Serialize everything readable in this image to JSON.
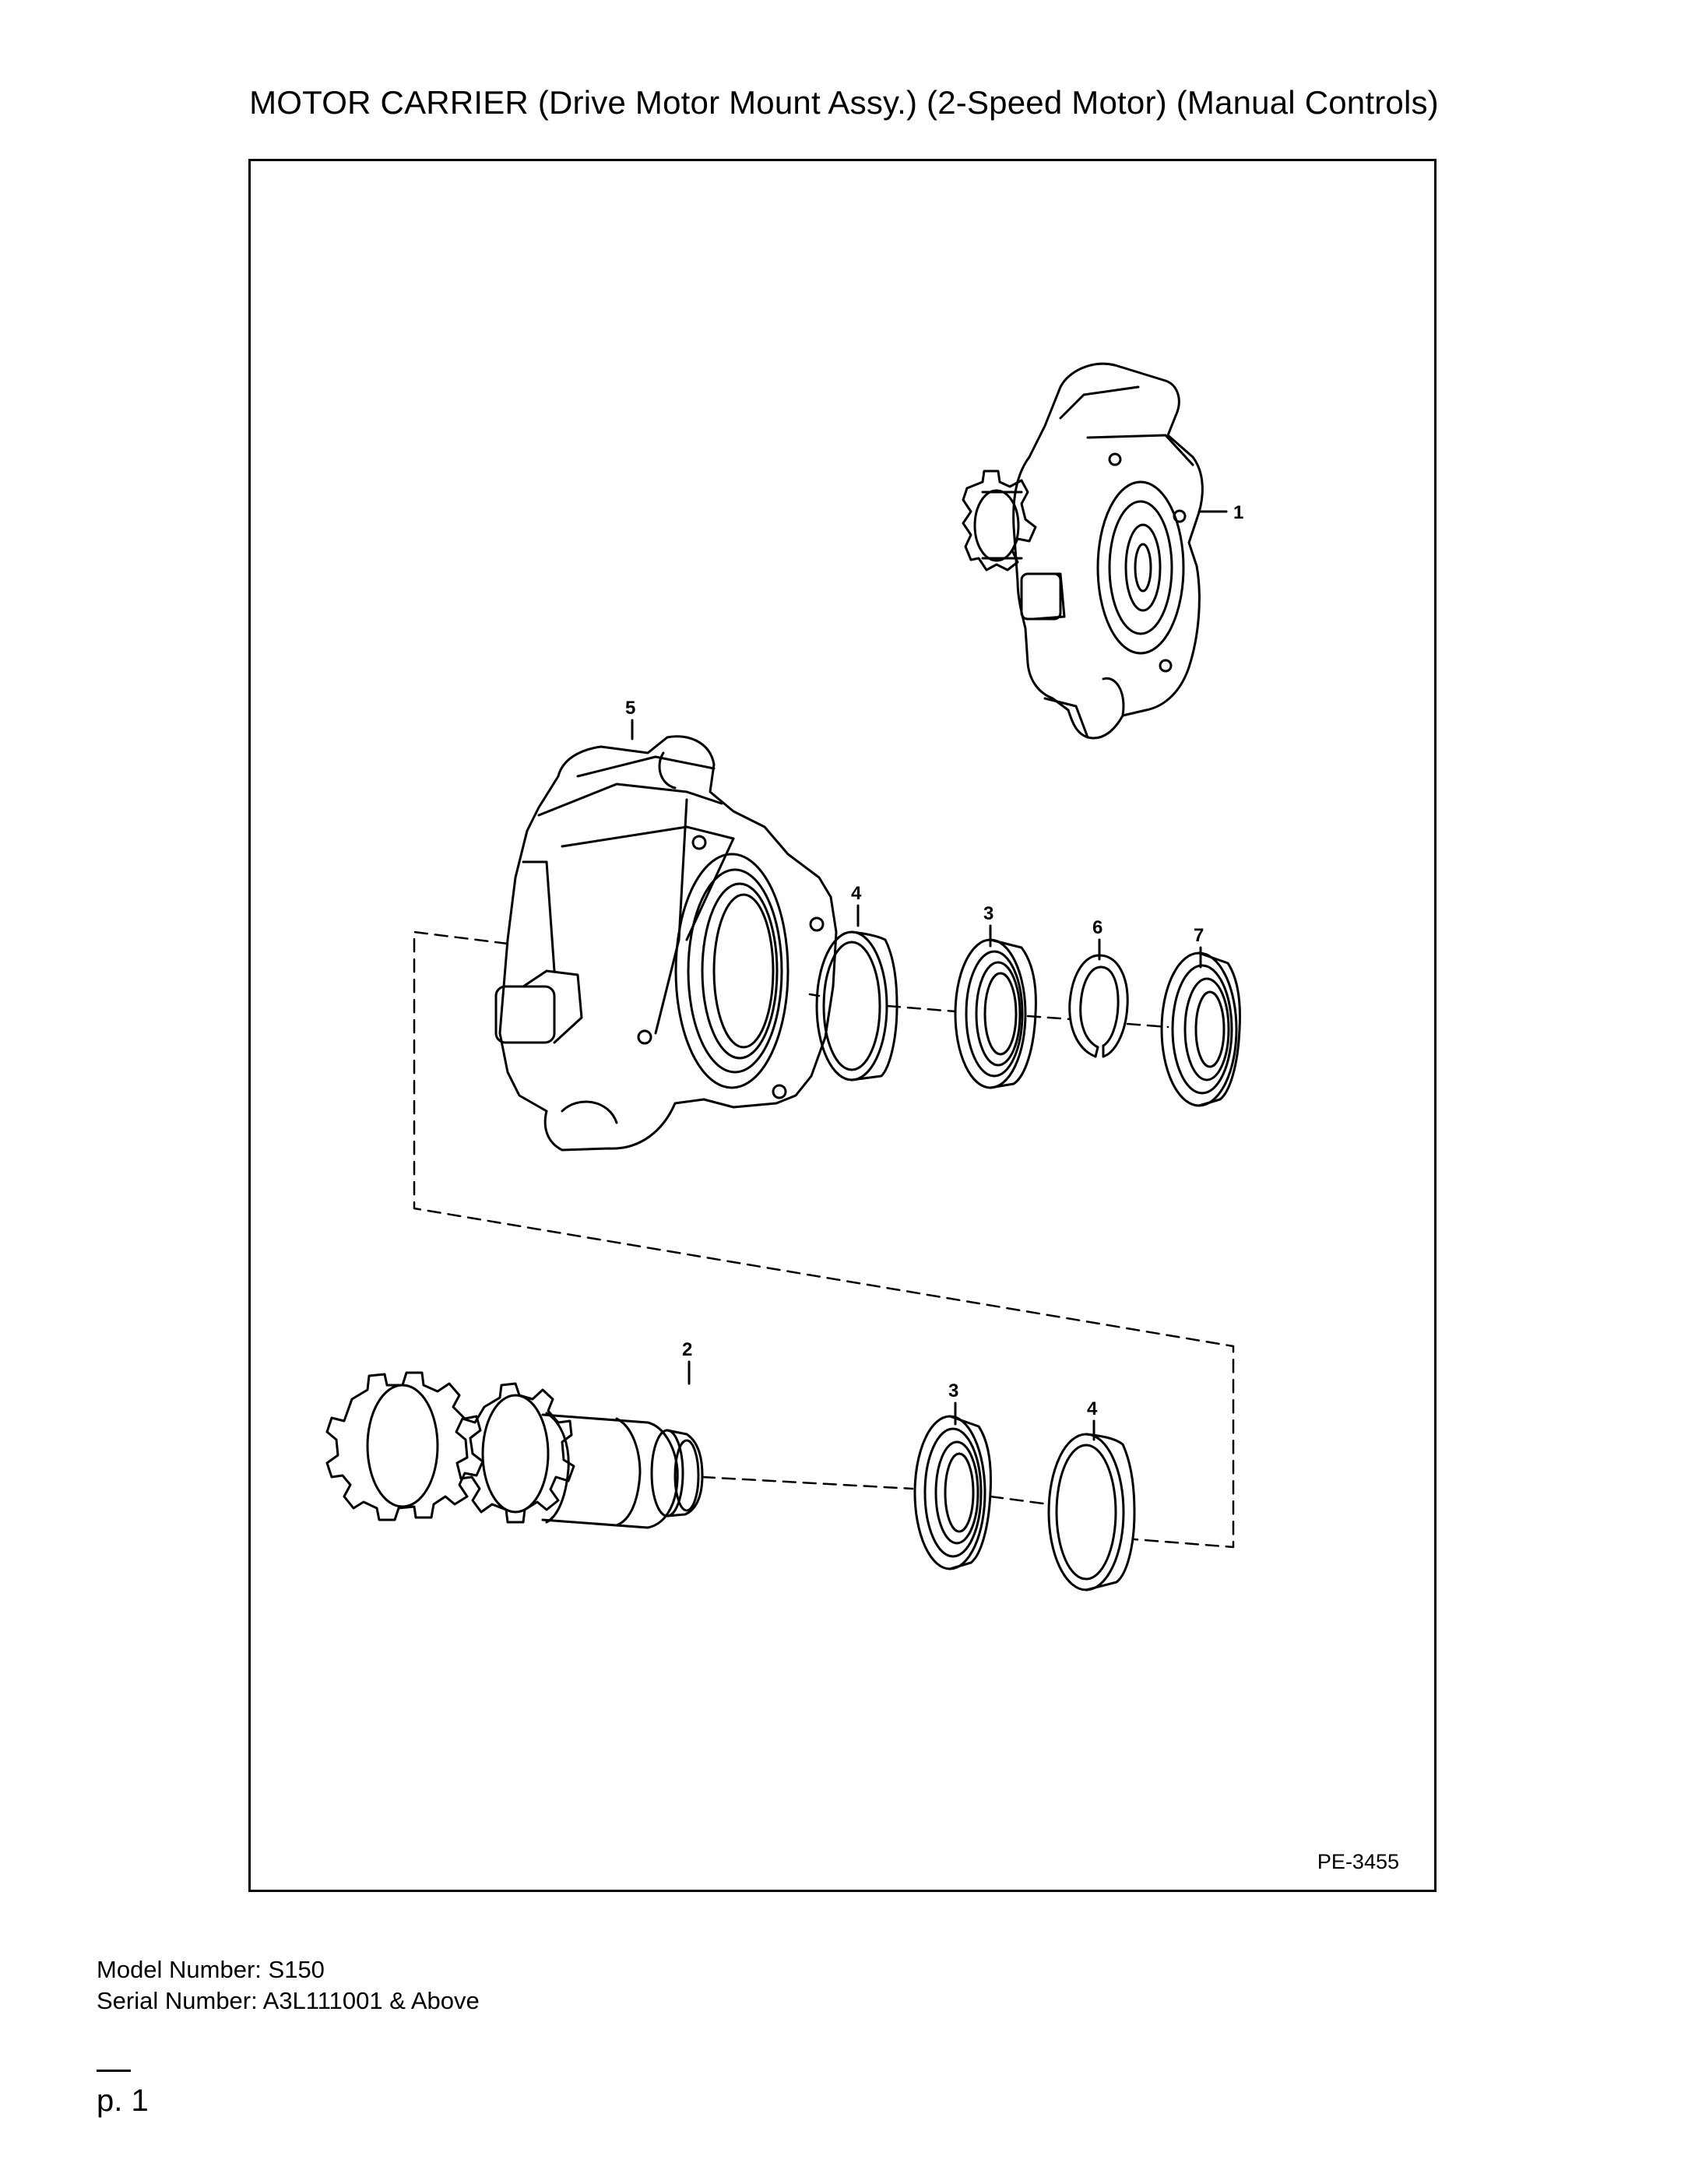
{
  "title": "MOTOR CARRIER (Drive Motor Mount Assy.) (2-Speed Motor) (Manual Controls)",
  "drawing_code": "PE-3455",
  "callouts": [
    "1",
    "5",
    "4",
    "3",
    "6",
    "7",
    "2",
    "3",
    "4"
  ],
  "footer": {
    "model": "Model Number: S150",
    "serial": "Serial Number: A3L111001 & Above"
  },
  "page": "p. 1"
}
